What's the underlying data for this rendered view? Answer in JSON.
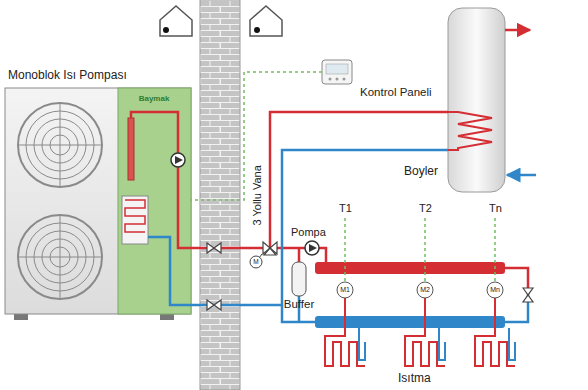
{
  "diagram": {
    "nodes": [
      {
        "text": [
          "Monoblok Isı Pompası"
        ]
      },
      {
        "text": [
          "Kontrol Paneli"
        ]
      },
      {
        "text": [
          "Boyler"
        ]
      },
      {
        "text": [
          "Buffer"
        ]
      }
    ],
    "edges": [
      {
        "from": 1,
        "to": 0,
        "arrow": "none"
      },
      {
        "from": 0,
        "to": 2,
        "arrow": "none"
      },
      {
        "from": 2,
        "to": 0,
        "arrow": "none"
      }
    ],
    "labels": [
      "Baymak",
      "3 Yollu Vana",
      "M",
      "Pompa",
      "T1",
      "T2",
      "Tn",
      "M1",
      "M2",
      "Mn",
      "Isıtma"
    ]
  }
}
